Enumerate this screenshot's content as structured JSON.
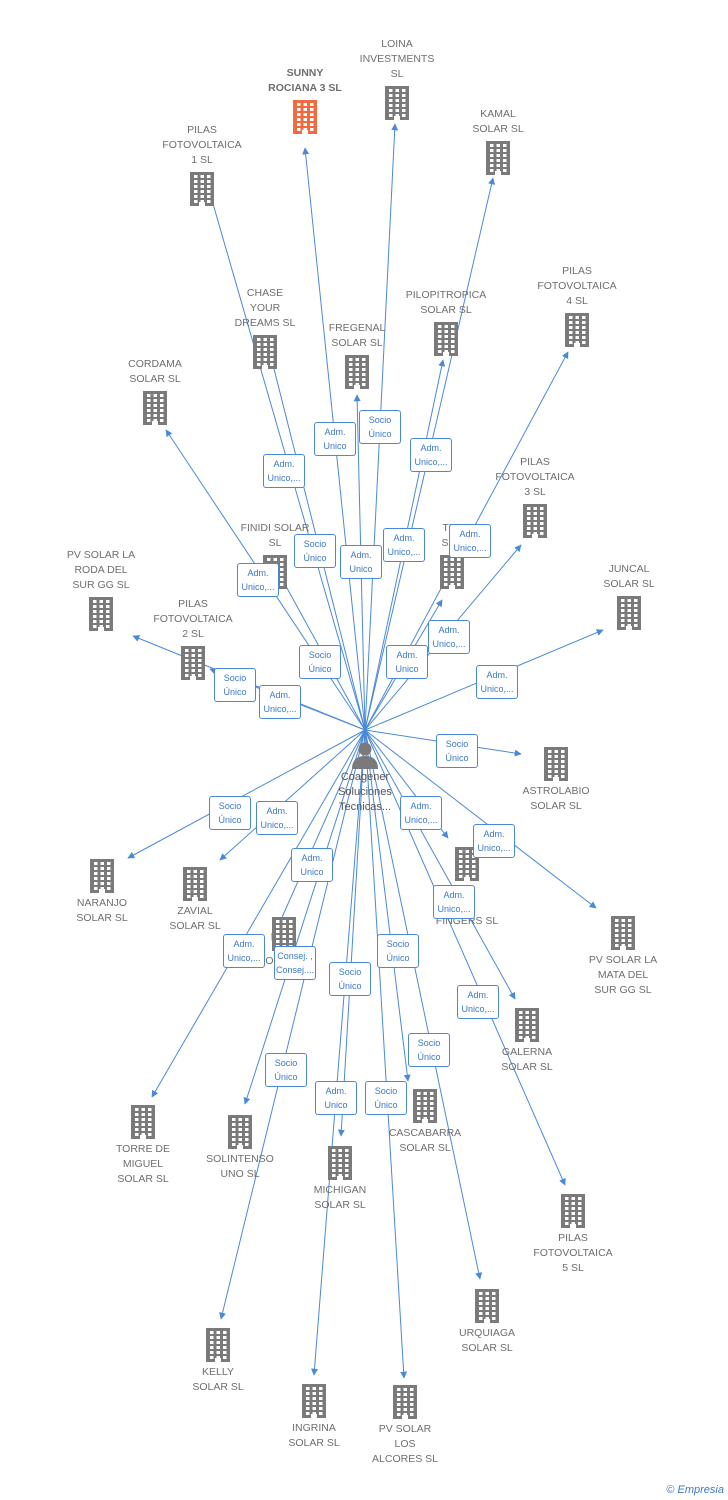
{
  "center": {
    "label": "Coagener\nSoluciones\nTecnicas...",
    "icon": "person-icon"
  },
  "colors": {
    "edge": "#4a89d8",
    "building": "#7a7a7a",
    "highlight": "#f26a3e",
    "rel_text": "#3a78c8"
  },
  "companies": [
    {
      "id": "sunny-rociana-3",
      "label": "SUNNY\nROCIANA 3  SL",
      "highlight": true
    },
    {
      "id": "loina-investments",
      "label": "LOINA\nINVESTMENTS\nSL"
    },
    {
      "id": "kamal-solar",
      "label": "KAMAL\nSOLAR  SL"
    },
    {
      "id": "pilas-fotovoltaica-1",
      "label": "PILAS\nFOTOVOLTAICA\n1  SL"
    },
    {
      "id": "pilas-fotovoltaica-4",
      "label": "PILAS\nFOTOVOLTAICA\n4  SL"
    },
    {
      "id": "chase-your-dreams",
      "label": "CHASE\nYOUR\nDREAMS  SL"
    },
    {
      "id": "pilopitropica-solar",
      "label": "PILOPITROPICA\nSOLAR  SL"
    },
    {
      "id": "fregenal-solar",
      "label": "FREGENAL\nSOLAR  SL"
    },
    {
      "id": "cordama-solar",
      "label": "CORDAMA\nSOLAR  SL"
    },
    {
      "id": "pilas-fotovoltaica-3",
      "label": "PILAS\nFOTOVOLTAICA\n3  SL"
    },
    {
      "id": "finidi-solar",
      "label": "FINIDI SOLAR\nSL"
    },
    {
      "id": "tel-solar",
      "label": "TEL\nSOL"
    },
    {
      "id": "juncal-solar",
      "label": "JUNCAL\nSOLAR  SL"
    },
    {
      "id": "pv-solar-la-roda",
      "label": "PV SOLAR LA\nRODA DEL\nSUR GG  SL"
    },
    {
      "id": "pilas-fotovoltaica-2",
      "label": "PILAS\nFOTOVOLTAICA\n2  SL"
    },
    {
      "id": "astrolabio-solar",
      "label": "ASTROLABIO\nSOLAR  SL"
    },
    {
      "id": "naranjo-solar",
      "label": "NARANJO\nSOLAR  SL"
    },
    {
      "id": "zavial-solar",
      "label": "ZAVIAL\nSOLAR  SL"
    },
    {
      "id": "fingers-solar",
      "label": "S\nR\nFINGERS  SL"
    },
    {
      "id": "pv-solar-la-mata",
      "label": "PV SOLAR LA\nMATA DEL\nSUR GG  SL"
    },
    {
      "id": "solar-sl-hidden",
      "label": "SOLAR  SL"
    },
    {
      "id": "galerna-solar",
      "label": "GALERNA\nSOLAR  SL"
    },
    {
      "id": "torre-de-miguel",
      "label": "TORRE DE\nMIGUEL\nSOLAR SL"
    },
    {
      "id": "solintenso-uno",
      "label": "SOLINTENSO\nUNO  SL"
    },
    {
      "id": "cascabarra-solar",
      "label": "CASCABARRA\nSOLAR  SL"
    },
    {
      "id": "michigan-solar",
      "label": "MICHIGAN\nSOLAR  SL"
    },
    {
      "id": "pilas-fotovoltaica-5",
      "label": "PILAS\nFOTOVOLTAICA\n5  SL"
    },
    {
      "id": "urquiaga-solar",
      "label": "URQUIAGA\nSOLAR  SL"
    },
    {
      "id": "kelly-solar",
      "label": "KELLY\nSOLAR  SL"
    },
    {
      "id": "ingrina-solar",
      "label": "INGRINA\nSOLAR  SL"
    },
    {
      "id": "pv-solar-los-alcores",
      "label": "PV SOLAR\nLOS\nALCORES  SL"
    }
  ],
  "relations": [
    "Adm.\nUnico",
    "Socio\nÚnico",
    "Adm.\nUnico,...",
    "Adm.\nUnico,...",
    "Adm.\nUnico,...",
    "Socio\nÚnico",
    "Adm.\nUnico",
    "Adm.\nUnico,...",
    "Adm.\nUnico,...",
    "Socio\nÚnico",
    "Adm.\nUnico",
    "Adm.\nUnico,...",
    "Adm.\nUnico,...",
    "Socio\nÚnico",
    "Adm.\nUnico,...",
    "Socio\nÚnico",
    "Socio\nÚnico",
    "Adm.\nUnico,...",
    "Adm.\nUnico,...",
    "Adm.\nUnico,...",
    "Adm.\nUnico",
    "Adm.\nUnico,...",
    "Adm.\nUnico,...",
    "Consej. ,\nConsej....",
    "Socio\nÚnico",
    "Socio\nÚnico",
    "Adm.\nUnico,...",
    "Socio\nÚnico",
    "Socio\nÚnico",
    "Adm.\nUnico",
    "Socio\nÚnico"
  ],
  "copyright": {
    "symbol": "©",
    "brand": "Empresia"
  }
}
